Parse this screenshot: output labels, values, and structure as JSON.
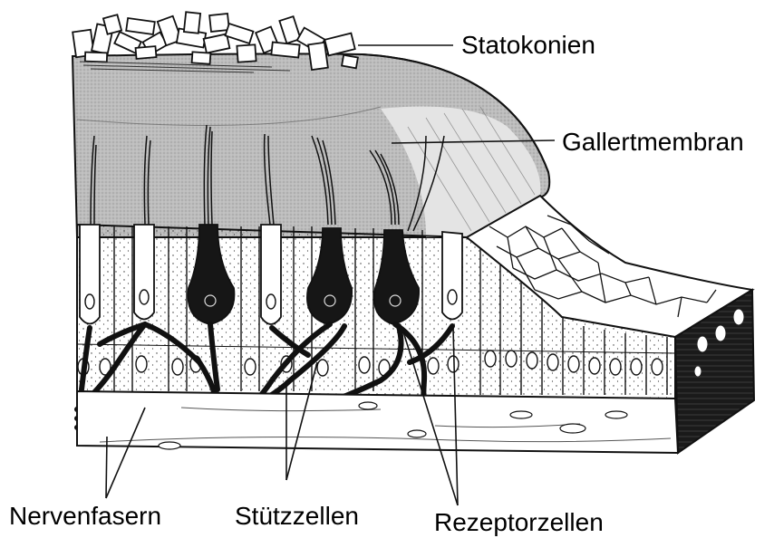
{
  "labels": {
    "statokonien": "Statokonien",
    "gallertmembran": "Gallertmembran",
    "nervenfasern": "Nervenfasern",
    "stuetzzellen": "Stützzellen",
    "rezeptorzellen": "Rezeptorzellen"
  },
  "colors": {
    "ink": "#111111",
    "membrane": "#bdbdbd",
    "background": "#ffffff"
  }
}
